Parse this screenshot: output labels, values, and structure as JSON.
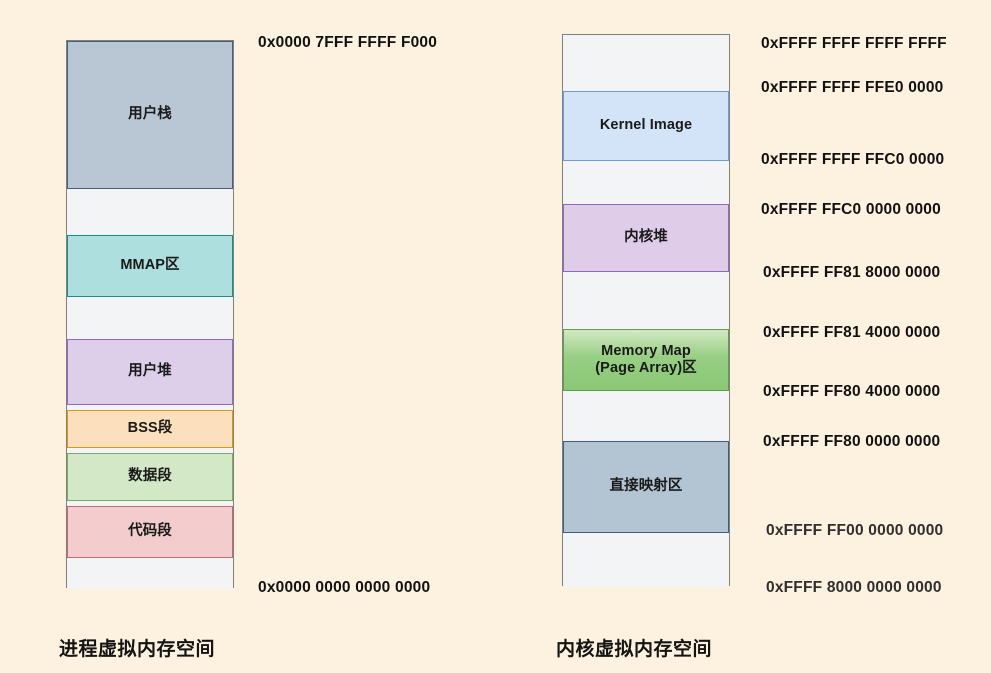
{
  "background_color": "#fdf2e0",
  "diagram_title_left": "进程虚拟内存空间",
  "diagram_title_right": "内核虚拟内存空间",
  "process_space": {
    "caption": "进程虚拟内存空间",
    "top_address": "0x0000 7FFF FFFF F000",
    "bottom_address": "0x0000 0000 0000 0000",
    "blocks": [
      {
        "label": "用户栈",
        "name": "user-stack",
        "color": "#b9c7d4",
        "border": "#44607c"
      },
      {
        "label": "",
        "name": "gap-1",
        "color": "#f2f4f6",
        "border": ""
      },
      {
        "label": "MMAP区",
        "name": "mmap-region",
        "color": "#acdfdd",
        "border": "#1d8b8b"
      },
      {
        "label": "",
        "name": "gap-2",
        "color": "#f2f4f6",
        "border": ""
      },
      {
        "label": "用户堆",
        "name": "user-heap",
        "color": "#ddcfea",
        "border": "#9269b8"
      },
      {
        "label": "BSS段",
        "name": "bss-segment",
        "color": "#fce0bd",
        "border": "#d79b12"
      },
      {
        "label": "数据段",
        "name": "data-segment",
        "color": "#d2e8c7",
        "border": "#7aab68"
      },
      {
        "label": "代码段",
        "name": "text-segment",
        "color": "#f3cccd",
        "border": "#bf6a6c"
      },
      {
        "label": "",
        "name": "gap-3",
        "color": "#f2f4f6",
        "border": ""
      }
    ]
  },
  "kernel_space": {
    "caption": "内核虚拟内存空间",
    "blocks": [
      {
        "label": "",
        "name": "gap-top",
        "color": "#f2f4f6",
        "border": ""
      },
      {
        "label": "Kernel Image",
        "name": "kernel-image",
        "color": "#d3e4f8",
        "border": "#6f9bd1"
      },
      {
        "label": "",
        "name": "gap-1",
        "color": "#f2f4f6",
        "border": ""
      },
      {
        "label": "内核堆",
        "name": "kernel-heap",
        "color": "#dfcce9",
        "border": "#9269b8"
      },
      {
        "label": "",
        "name": "gap-2",
        "color": "#f2f4f6",
        "border": ""
      },
      {
        "label": "Memory Map\n(Page Array)区",
        "name": "memory-map-region",
        "color": "#8ac874",
        "border": "#5f9e4c"
      },
      {
        "label": "",
        "name": "gap-3",
        "color": "#f2f4f6",
        "border": ""
      },
      {
        "label": "直接映射区",
        "name": "direct-mapping-area",
        "color": "#b3c4d3",
        "border": "#3f5f7c"
      },
      {
        "label": "",
        "name": "gap-bottom",
        "color": "#f2f4f6",
        "border": ""
      }
    ],
    "addresses": [
      "0xFFFF FFFF FFFF FFFF",
      "0xFFFF FFFF FFE0 0000",
      "0xFFFF FFFF FFC0 0000",
      "0xFFFF FFC0 0000 0000",
      "0xFFFF FF81 8000 0000",
      "0xFFFF FF81 4000 0000",
      "0xFFFF FF80 4000 0000",
      "0xFFFF FF80 0000 0000",
      "0xFFFF FF00 0000 0000",
      "0xFFFF 8000 0000 0000"
    ]
  }
}
